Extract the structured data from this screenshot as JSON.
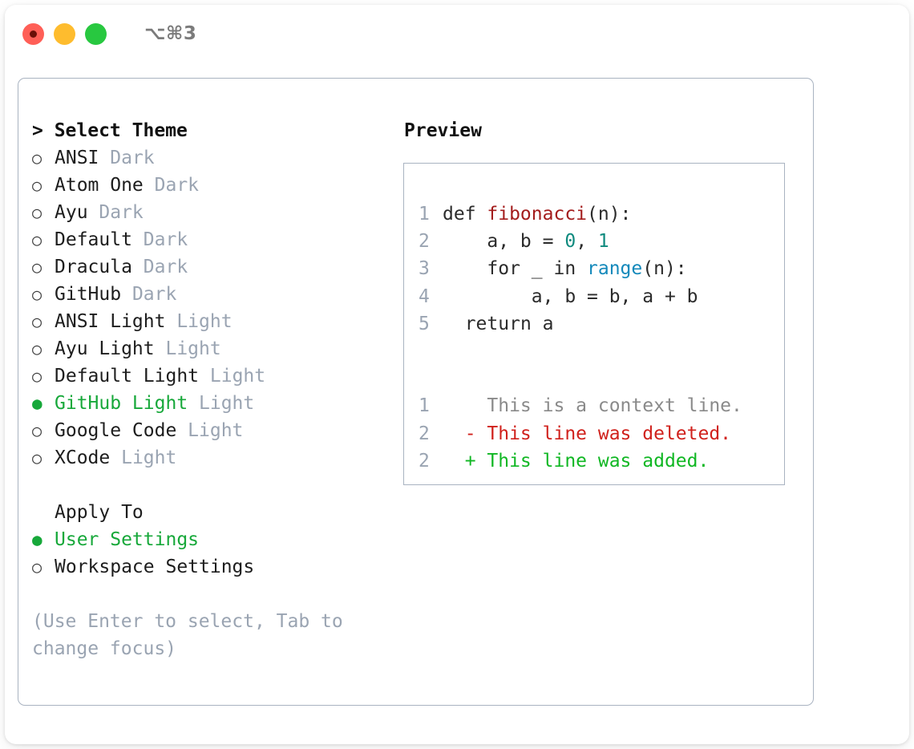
{
  "titlebar": {
    "shortcut": "⌥⌘3",
    "lights": [
      "close-red",
      "minimize-yellow",
      "maximize-green"
    ]
  },
  "theme_section": {
    "heading": "> Select Theme",
    "items": [
      {
        "bullet": "○",
        "label": "ANSI",
        "tag": "Dark",
        "selected": false
      },
      {
        "bullet": "○",
        "label": "Atom One",
        "tag": "Dark",
        "selected": false
      },
      {
        "bullet": "○",
        "label": "Ayu",
        "tag": "Dark",
        "selected": false
      },
      {
        "bullet": "○",
        "label": "Default",
        "tag": "Dark",
        "selected": false
      },
      {
        "bullet": "○",
        "label": "Dracula",
        "tag": "Dark",
        "selected": false
      },
      {
        "bullet": "○",
        "label": "GitHub",
        "tag": "Dark",
        "selected": false
      },
      {
        "bullet": "○",
        "label": "ANSI Light",
        "tag": "Light",
        "selected": false
      },
      {
        "bullet": "○",
        "label": "Ayu Light",
        "tag": "Light",
        "selected": false
      },
      {
        "bullet": "○",
        "label": "Default Light",
        "tag": "Light",
        "selected": false
      },
      {
        "bullet": "●",
        "label": "GitHub Light",
        "tag": "Light",
        "selected": true
      },
      {
        "bullet": "○",
        "label": "Google Code",
        "tag": "Light",
        "selected": false
      },
      {
        "bullet": "○",
        "label": "XCode",
        "tag": "Light",
        "selected": false
      }
    ]
  },
  "apply_to_section": {
    "heading": "Apply To",
    "items": [
      {
        "bullet": "●",
        "label": "User Settings",
        "selected": true
      },
      {
        "bullet": "○",
        "label": "Workspace Settings",
        "selected": false
      }
    ]
  },
  "hint": "(Use Enter to select, Tab to change focus)",
  "preview": {
    "title": "Preview",
    "code_lines": [
      {
        "ln": "1",
        "indent": "",
        "parts": [
          {
            "text": "def ",
            "style": "plain"
          },
          {
            "text": "fibonacci",
            "style": "fn"
          },
          {
            "text": "(n):",
            "style": "plain"
          }
        ]
      },
      {
        "ln": "2",
        "indent": "    ",
        "parts": [
          {
            "text": "a, b = ",
            "style": "plain"
          },
          {
            "text": "0",
            "style": "num"
          },
          {
            "text": ", ",
            "style": "plain"
          },
          {
            "text": "1",
            "style": "num"
          }
        ]
      },
      {
        "ln": "3",
        "indent": "    ",
        "parts": [
          {
            "text": "for _ in ",
            "style": "plain"
          },
          {
            "text": "range",
            "style": "call"
          },
          {
            "text": "(n):",
            "style": "plain"
          }
        ]
      },
      {
        "ln": "4",
        "indent": "        ",
        "parts": [
          {
            "text": "a, b = b, a + b",
            "style": "plain"
          }
        ]
      },
      {
        "ln": "5",
        "indent": "  ",
        "parts": [
          {
            "text": "return a",
            "style": "plain"
          }
        ]
      }
    ],
    "diff_lines": [
      {
        "ln": "1",
        "sign": "  ",
        "text": "This is a context line.",
        "kind": "ctx"
      },
      {
        "ln": "2",
        "sign": "- ",
        "text": "This line was deleted.",
        "kind": "del"
      },
      {
        "ln": "2",
        "sign": "+ ",
        "text": "This line was added.",
        "kind": "add"
      }
    ]
  },
  "colors": {
    "accent_green": "#17a83a",
    "muted_gray": "#9aa4b2",
    "border": "#a9b3c1",
    "diff_delete": "#d0211c",
    "diff_add": "#10b723",
    "syntax_function": "#a31c1c",
    "syntax_number": "#0f8a7e",
    "syntax_call": "#1489bb",
    "light_red": "#ff5f57",
    "light_yellow": "#febc2e",
    "light_green": "#28c840"
  }
}
